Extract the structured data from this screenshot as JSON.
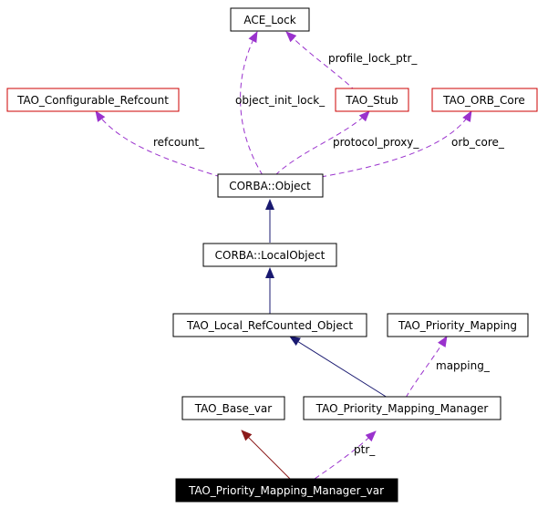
{
  "nodes": {
    "ace_lock": "ACE_Lock",
    "tao_configurable_refcount": "TAO_Configurable_Refcount",
    "tao_stub": "TAO_Stub",
    "tao_orb_core": "TAO_ORB_Core",
    "corba_object": "CORBA::Object",
    "corba_localobject": "CORBA::LocalObject",
    "tao_local_refcounted_object": "TAO_Local_RefCounted_Object",
    "tao_priority_mapping": "TAO_Priority_Mapping",
    "tao_base_var": "TAO_Base_var",
    "tao_priority_mapping_manager": "TAO_Priority_Mapping_Manager",
    "tao_priority_mapping_manager_var": "TAO_Priority_Mapping_Manager_var"
  },
  "edge_labels": {
    "profile_lock_ptr": "profile_lock_ptr_",
    "object_init_lock": "object_init_lock_",
    "refcount": "refcount_",
    "protocol_proxy": "protocol_proxy_",
    "orb_core": "orb_core_",
    "mapping": "mapping_",
    "ptr": "ptr_"
  },
  "colors": {
    "node_border_normal": "#000000",
    "node_border_external": "#cc0000",
    "focus_node_fill": "#000000",
    "focus_node_text": "#ffffff",
    "inheritance_edge": "#191970",
    "private_inheritance_edge": "#8b1a1a",
    "usage_edge": "#9a32cd"
  }
}
